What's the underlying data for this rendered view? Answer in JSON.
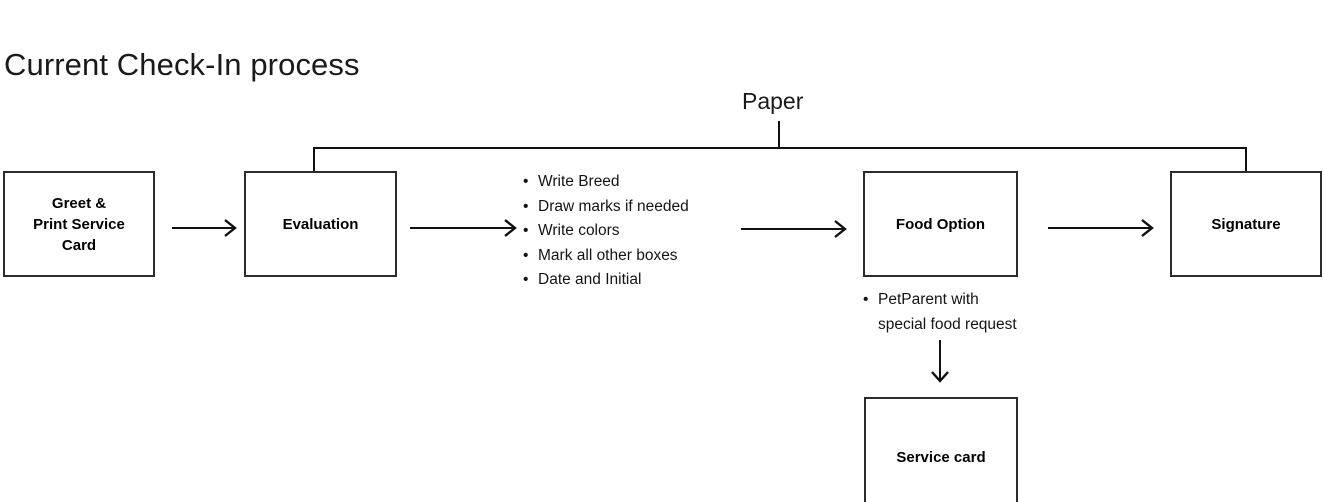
{
  "diagram": {
    "title": "Current Check-In process",
    "group_label": "Paper",
    "nodes": {
      "greet": "Greet &\nPrint Service\nCard",
      "evaluation": "Evaluation",
      "food_option": "Food Option",
      "signature": "Signature",
      "service_card": "Service card"
    },
    "evaluation_tasks": [
      "Write Breed",
      "Draw marks if needed",
      "Write colors",
      "Mark all other boxes",
      "Date and Initial"
    ],
    "food_note": {
      "line1": "PetParent with",
      "line2": "special food request"
    },
    "colors": {
      "stroke": "#2b2b2b",
      "line": "#111111",
      "text": "#000000",
      "background": "#ffffff"
    }
  }
}
